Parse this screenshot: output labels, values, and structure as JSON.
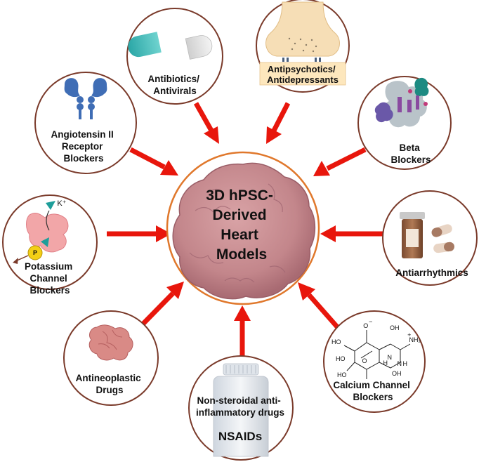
{
  "center": {
    "title_lines": [
      "3D hPSC-",
      "Derived",
      "Heart",
      "Models"
    ]
  },
  "nodes": [
    {
      "id": "antibiotics",
      "label_lines": [
        "Antibiotics/",
        "Antivirals"
      ]
    },
    {
      "id": "antipsychotics",
      "label_lines": [
        "Antipsychotics/",
        "Antidepressants"
      ]
    },
    {
      "id": "angiotensin",
      "label_lines": [
        "Angiotensin II",
        "Receptor",
        "Blockers"
      ]
    },
    {
      "id": "beta",
      "label_lines": [
        "Beta",
        "Blockers"
      ]
    },
    {
      "id": "potassium",
      "label_lines": [
        "Potassium",
        "Channel",
        "Blockers"
      ],
      "icon_text": {
        "ion": "K⁺",
        "phosphate": "P"
      }
    },
    {
      "id": "antiarrhythmics",
      "label_lines": [
        "Antiarrhythmics"
      ]
    },
    {
      "id": "antineoplastic",
      "label_lines": [
        "Antineoplastic",
        "Drugs"
      ]
    },
    {
      "id": "calcium",
      "label_lines": [
        "Calcium Channel",
        "Blockers"
      ],
      "icon_text": [
        "O",
        "−",
        "OH",
        "HO",
        "HO",
        "OH",
        "N",
        "H",
        "N",
        "H",
        "NH₂",
        "+",
        "HO",
        "O"
      ]
    },
    {
      "id": "nsaids",
      "label_lines": [
        "Non-steroidal anti-",
        "inflammatory drugs"
      ],
      "sub_label": "NSAIDs"
    }
  ],
  "colors": {
    "node_border": "#7a3a2a",
    "center_border": "#e0782c",
    "arrow": "#e8160c",
    "heart": "#c98a8e",
    "label_band": "#fde7bd"
  }
}
